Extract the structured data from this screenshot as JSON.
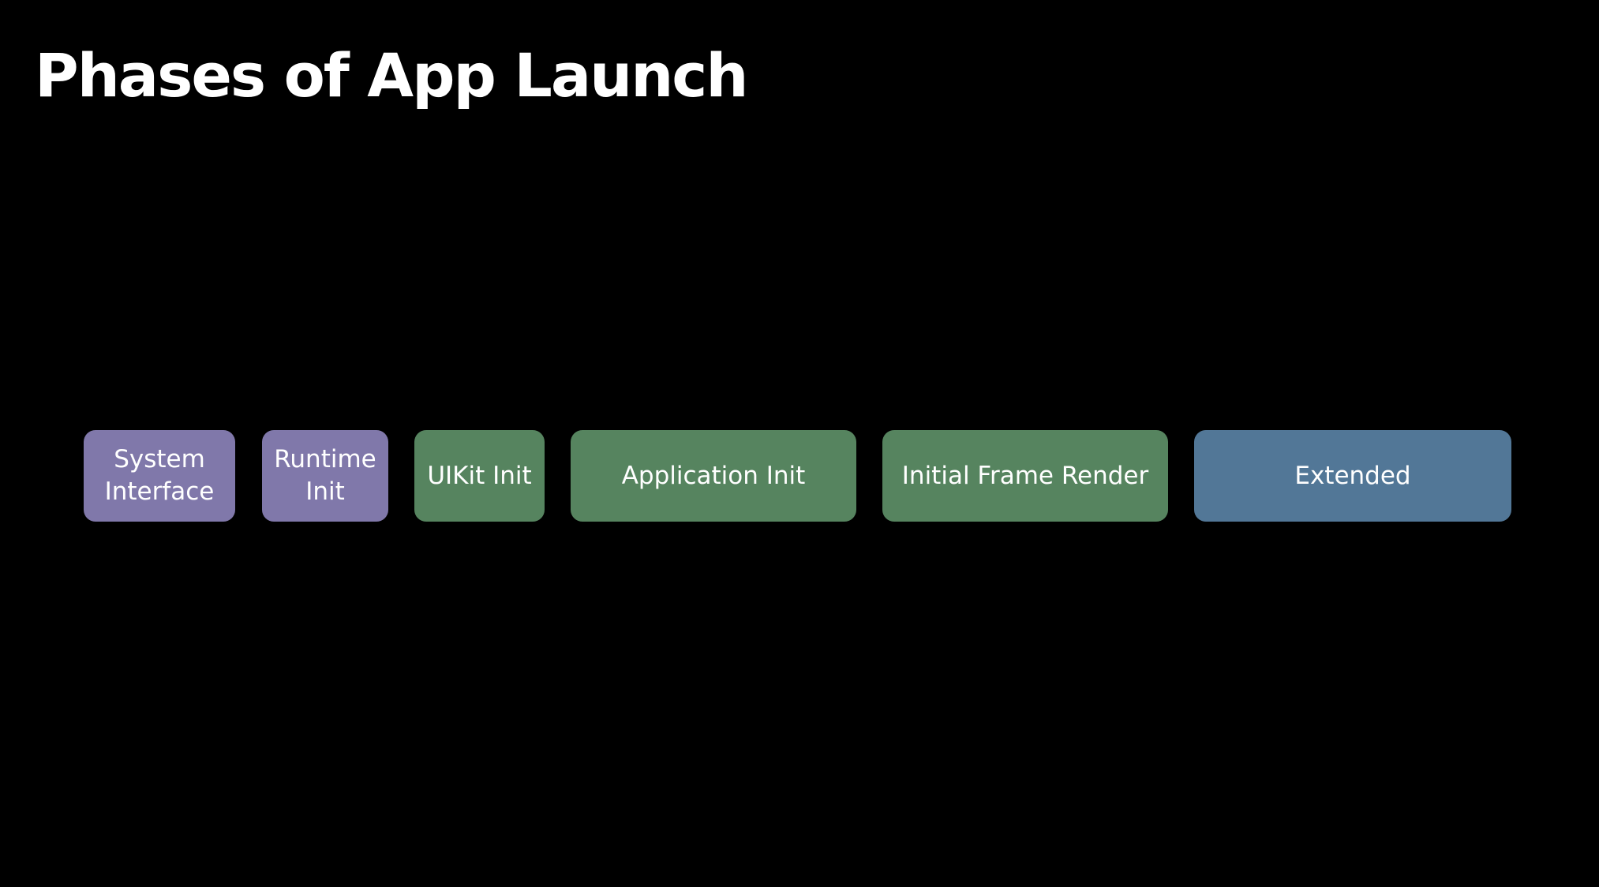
{
  "title": "Phases of App Launch",
  "colors": {
    "background": "#000000",
    "text": "#ffffff",
    "purple": "#8078aa",
    "green": "#56845f",
    "blue": "#527797"
  },
  "phases": [
    {
      "label": "System\nInterface",
      "color": "#8078aa"
    },
    {
      "label": "Runtime\nInit",
      "color": "#8078aa"
    },
    {
      "label": "UIKit Init",
      "color": "#56845f"
    },
    {
      "label": "Application Init",
      "color": "#56845f"
    },
    {
      "label": "Initial Frame Render",
      "color": "#56845f"
    },
    {
      "label": "Extended",
      "color": "#527797"
    }
  ]
}
